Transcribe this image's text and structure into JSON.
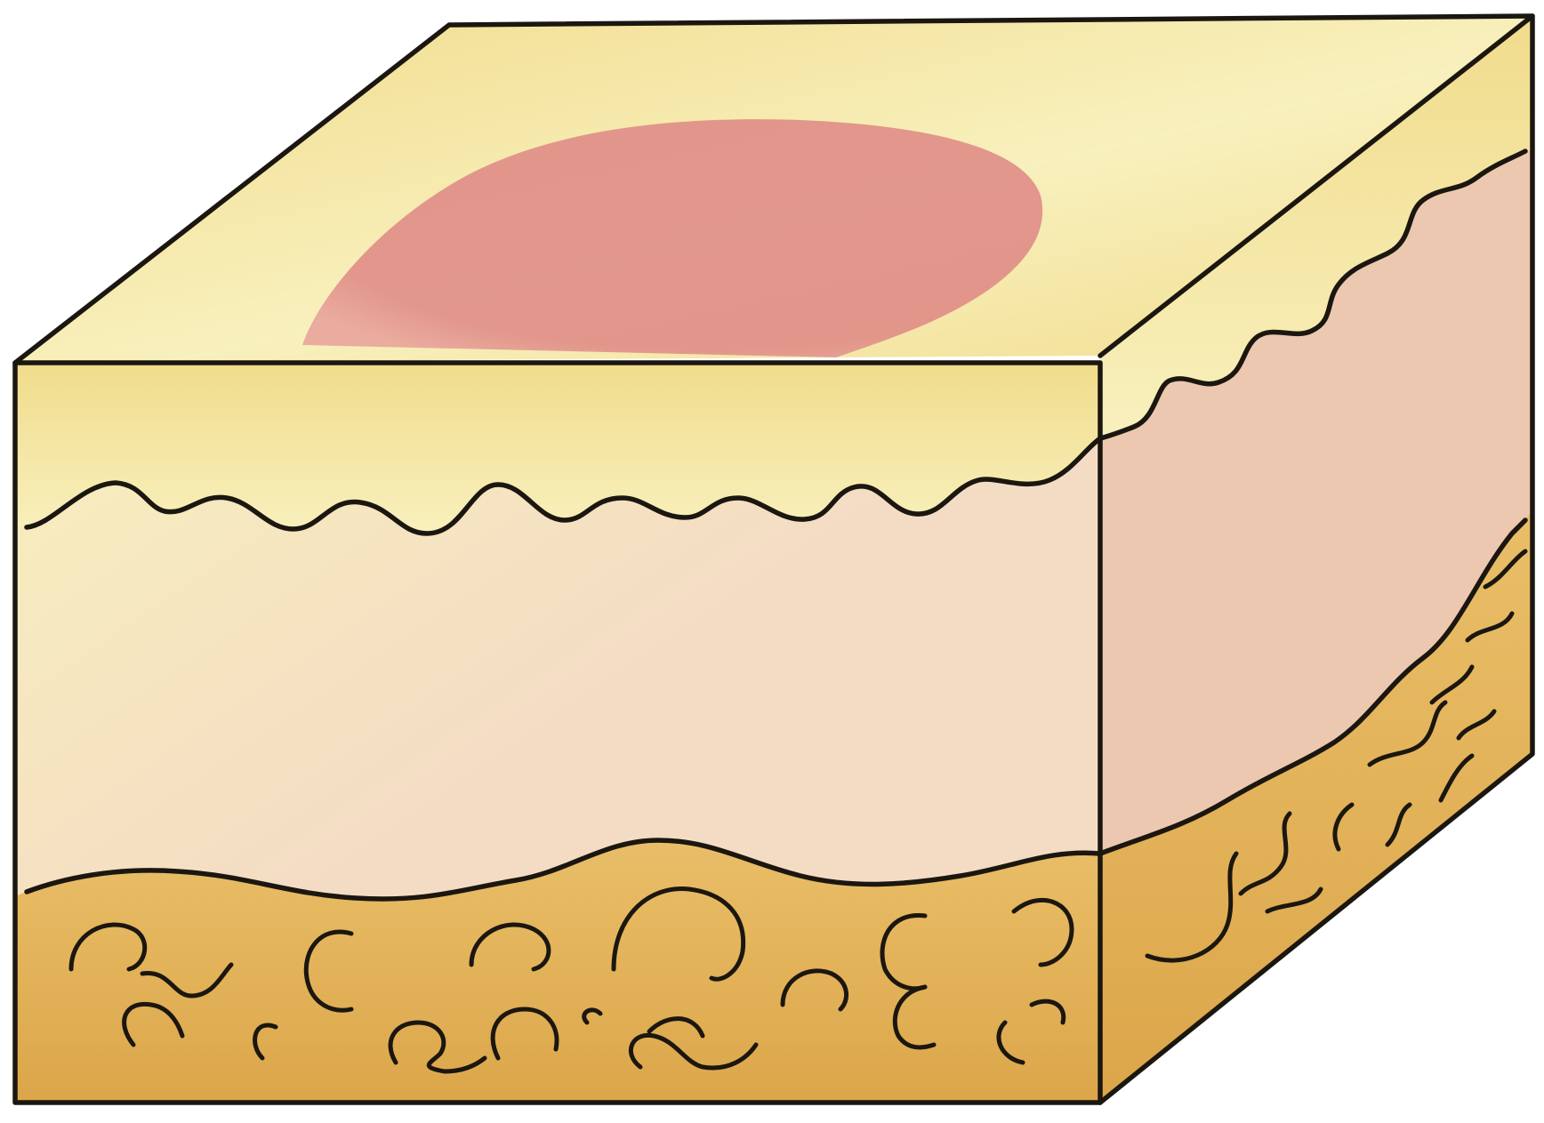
{
  "figure": {
    "subject": "skin-tissue-block",
    "colors": {
      "outline": "#1b1710",
      "epidermis": "#f1dc8c",
      "epidermis_light": "#f8f0bd",
      "dermis": "#f4dcc4",
      "dermis_side": "#edc8b0",
      "subcutis": "#e9be68",
      "subcutis_dark": "#dca64a",
      "lesion": "#e08f88",
      "lesion_edge": "#e9a69c"
    },
    "layers": [
      "epidermis",
      "dermis",
      "subcutaneous-fat"
    ],
    "features": [
      "surface-lesion",
      "fat-lobules"
    ]
  }
}
